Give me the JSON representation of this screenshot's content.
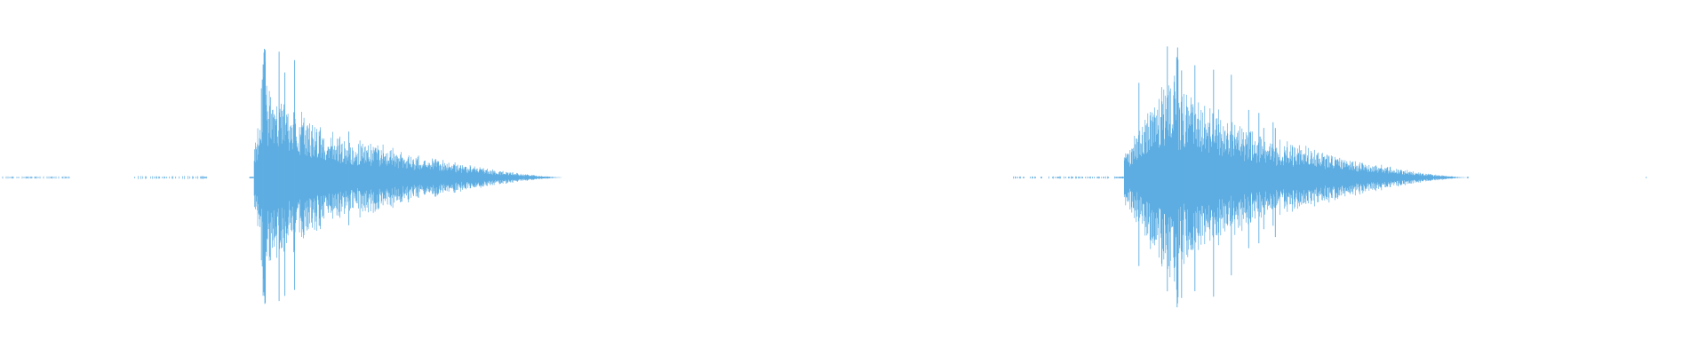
{
  "waveform": {
    "color": "#5DADE2",
    "background": "#FFFFFF",
    "channels": 1,
    "bursts": [
      {
        "name": "burst-1",
        "onset_fraction": 0.149,
        "peak_fraction": 0.155,
        "peak_amplitude": 0.74,
        "body_end_fraction": 0.21,
        "tail_end_fraction": 0.33,
        "tail_amplitude": 0.05
      },
      {
        "name": "burst-2",
        "onset_fraction": 0.659,
        "peak_fraction": 0.69,
        "peak_amplitude": 0.75,
        "body_end_fraction": 0.75,
        "tail_end_fraction": 0.86,
        "tail_amplitude": 0.05
      }
    ],
    "noise_floor_segments": [
      {
        "start_fraction": 0.0,
        "end_fraction": 0.041,
        "amplitude": 0.004
      },
      {
        "start_fraction": 0.079,
        "end_fraction": 0.122,
        "amplitude": 0.006
      },
      {
        "start_fraction": 0.594,
        "end_fraction": 0.659,
        "amplitude": 0.004
      },
      {
        "start_fraction": 0.86,
        "end_fraction": 0.862,
        "amplitude": 0.003
      },
      {
        "start_fraction": 0.965,
        "end_fraction": 0.967,
        "amplitude": 0.003
      }
    ]
  }
}
